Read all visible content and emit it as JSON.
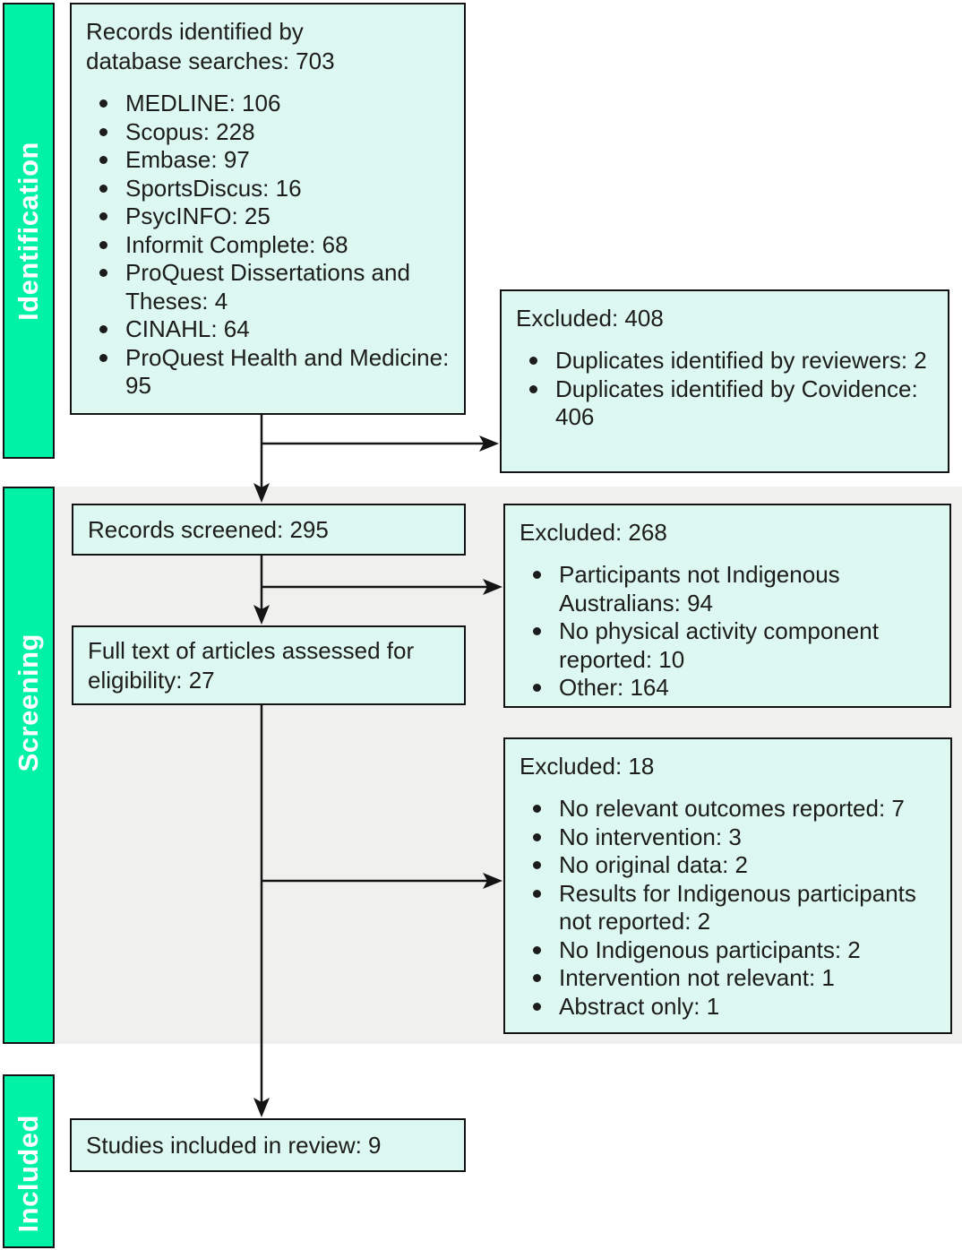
{
  "colors": {
    "sidebar-green": "#00F2A6",
    "box-fill": "#DCF8F0",
    "section-gray": "#F0F0EF",
    "ink": "#141414",
    "text": "#1C1C1C",
    "label-text": "#FFFFFF"
  },
  "stages": {
    "identification": "Identification",
    "screening": "Screening",
    "included": "Included"
  },
  "boxes": {
    "identified": {
      "title": "Records identified by database searches: 703",
      "bullets": [
        "MEDLINE: 106",
        "Scopus: 228",
        "Embase: 97",
        "SportsDiscus: 16",
        "PsycINFO: 25",
        "Informit Complete: 68",
        "ProQuest Dissertations and Theses: 4",
        "CINAHL: 64",
        "ProQuest Health and Medicine: 95"
      ]
    },
    "excluded_duplicates": {
      "title": "Excluded: 408",
      "bullets": [
        "Duplicates identified by reviewers: 2",
        "Duplicates identified by Covidence: 406"
      ]
    },
    "screened": {
      "title": "Records screened: 295"
    },
    "excluded_screening": {
      "title": "Excluded: 268",
      "bullets": [
        "Participants not Indigenous Australians: 94",
        "No physical activity component reported: 10",
        "Other: 164"
      ]
    },
    "fulltext": {
      "title": "Full text of articles assessed for eligibility: 27"
    },
    "excluded_fulltext": {
      "title": "Excluded: 18",
      "bullets": [
        "No relevant outcomes reported: 7",
        "No intervention: 3",
        "No original data: 2",
        "Results for Indigenous participants not reported: 2",
        "No Indigenous participants: 2",
        "Intervention not relevant: 1",
        "Abstract only: 1"
      ]
    },
    "included": {
      "title": "Studies included in review: 9"
    }
  }
}
